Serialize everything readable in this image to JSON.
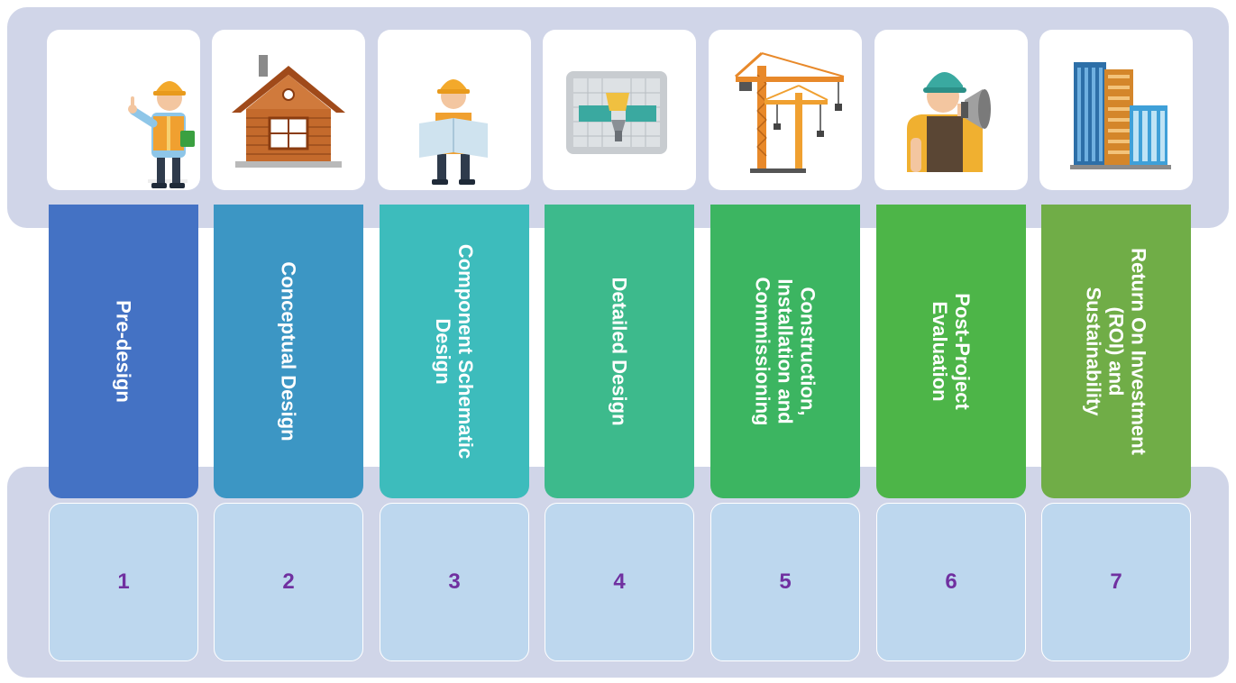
{
  "stages": [
    {
      "icon": "engineer-thumbs-up-icon",
      "label": "Pre-design",
      "number": "1",
      "color": "#4472c4"
    },
    {
      "icon": "house-icon",
      "label": "Conceptual Design",
      "number": "2",
      "color": "#3c96c4"
    },
    {
      "icon": "engineer-blueprint-icon",
      "label": "Component Schematic\nDesign",
      "number": "3",
      "color": "#3dbcbc"
    },
    {
      "icon": "floor-plan-icon",
      "label": "Detailed Design",
      "number": "4",
      "color": "#3dba8c"
    },
    {
      "icon": "tower-crane-icon",
      "label": "Construction,\nInstallation and\nCommissioning",
      "number": "5",
      "color": "#3cb561"
    },
    {
      "icon": "worker-megaphone-icon",
      "label": "Post-Project\nEvaluation",
      "number": "6",
      "color": "#4db548"
    },
    {
      "icon": "office-buildings-icon",
      "label": "Return On Investment\n(ROI) and\nSustainability",
      "number": "7",
      "color": "#70ad47"
    }
  ],
  "colors": {
    "band": "#d0d5e8",
    "number_box": "#bdd7ee",
    "number_text": "#7030a0",
    "label_text": "#ffffff"
  }
}
